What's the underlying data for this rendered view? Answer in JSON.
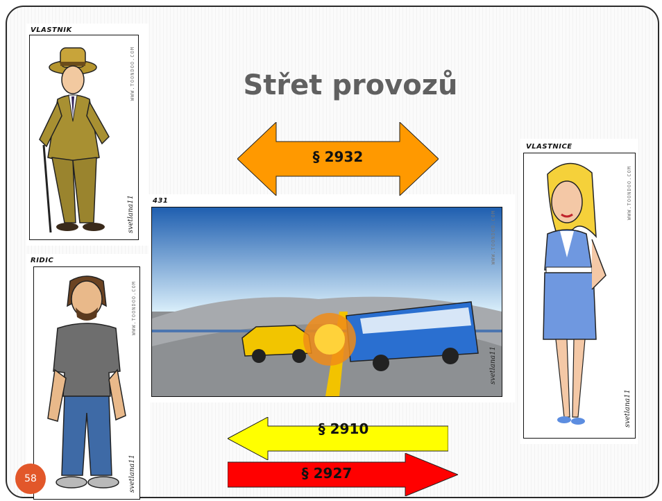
{
  "slide": {
    "title": "Střet provozů",
    "page_number": "58"
  },
  "panels": {
    "owner": {
      "caption": "VLASTNIK",
      "site": "WWW.TOONDOO.COM",
      "author": "svetlana11"
    },
    "driver": {
      "caption": "RIDIC",
      "site": "WWW.TOONDOO.COM",
      "author": "svetlana11"
    },
    "owner_female": {
      "caption": "VLASTNICE",
      "site": "WWW.TOONDOO.COM",
      "author": "svetlana11"
    },
    "crash": {
      "caption": "431",
      "site": "WWW.TOONDOO.COM",
      "author": "svetlana11"
    }
  },
  "arrows": [
    {
      "label": "§ 2932",
      "color": "#ff9900",
      "direction": "both"
    },
    {
      "label": "§ 2910",
      "color": "#ffff00",
      "direction": "left"
    },
    {
      "label": "§ 2927",
      "color": "#ff0000",
      "direction": "right"
    }
  ]
}
